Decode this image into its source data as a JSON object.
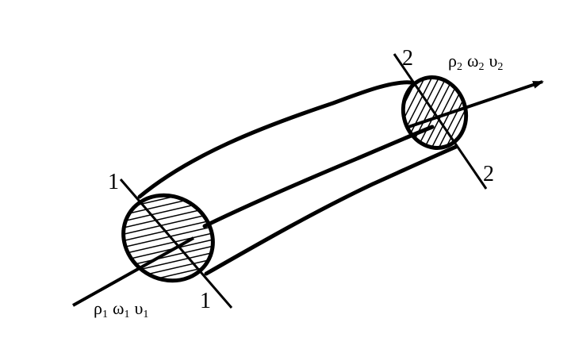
{
  "diagram": {
    "section_labels": {
      "inlet_top": "1",
      "inlet_bottom": "1",
      "outlet_top": "2",
      "outlet_bottom": "2"
    },
    "inlet_parameters": {
      "density": "ρ",
      "density_sub": "1",
      "area": "ω",
      "area_sub": "1",
      "velocity": "υ",
      "velocity_sub": "1"
    },
    "outlet_parameters": {
      "density": "ρ",
      "density_sub": "2",
      "area": "ω",
      "area_sub": "2",
      "velocity": "υ",
      "velocity_sub": "2"
    },
    "colors": {
      "stroke": "#000000",
      "background": "#ffffff"
    }
  }
}
